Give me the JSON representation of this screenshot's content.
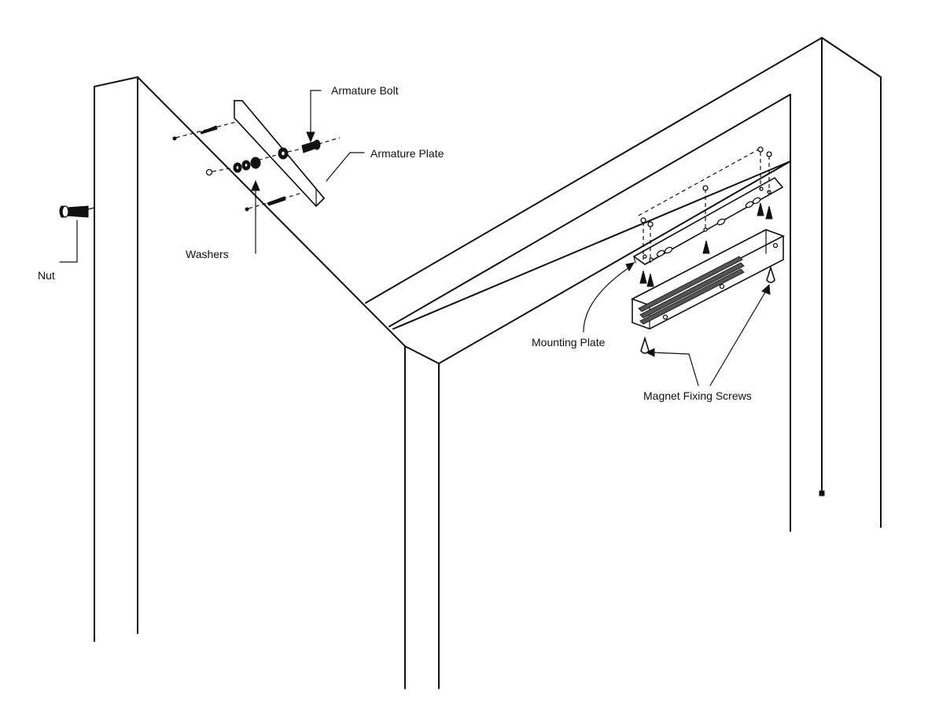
{
  "labels": {
    "armature_bolt": "Armature Bolt",
    "armature_plate": "Armature Plate",
    "washers": "Washers",
    "nut": "Nut",
    "mounting_plate": "Mounting Plate",
    "magnet_fixing_screws": "Magnet Fixing Screws"
  },
  "colors": {
    "line": "#111111",
    "background": "#ffffff"
  }
}
